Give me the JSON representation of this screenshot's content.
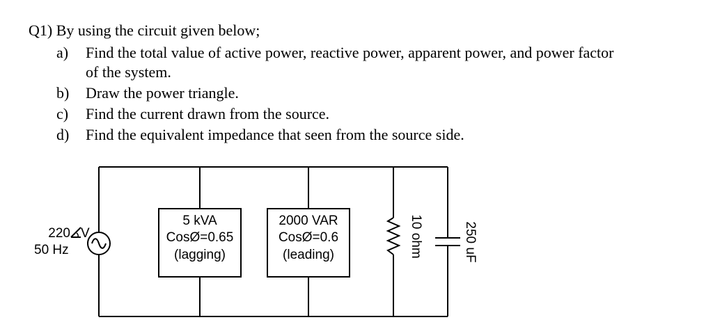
{
  "question": {
    "title": "Q1) By using the circuit given below;",
    "items": [
      {
        "letter": "a)",
        "line1": "Find the total value of active power, reactive power, apparent power, and power factor",
        "line2": "of the system."
      },
      {
        "letter": "b)",
        "line1": "Draw the power triangle."
      },
      {
        "letter": "c)",
        "line1": "Find the current drawn from the source."
      },
      {
        "letter": "d)",
        "line1": "Find the equivalent impedance that seen from the source side."
      }
    ]
  },
  "circuit": {
    "source": {
      "voltage": "220",
      "unit": "V",
      "frequency": "50 Hz"
    },
    "load1": {
      "line1": "5 kVA",
      "line2": "CosØ=0.65",
      "line3": "(lagging)"
    },
    "load2": {
      "line1": "2000 VAR",
      "line2": "CosØ=0.6",
      "line3": "(leading)"
    },
    "resistor": {
      "label": "10 ohm"
    },
    "capacitor": {
      "label": "250 uF"
    }
  }
}
